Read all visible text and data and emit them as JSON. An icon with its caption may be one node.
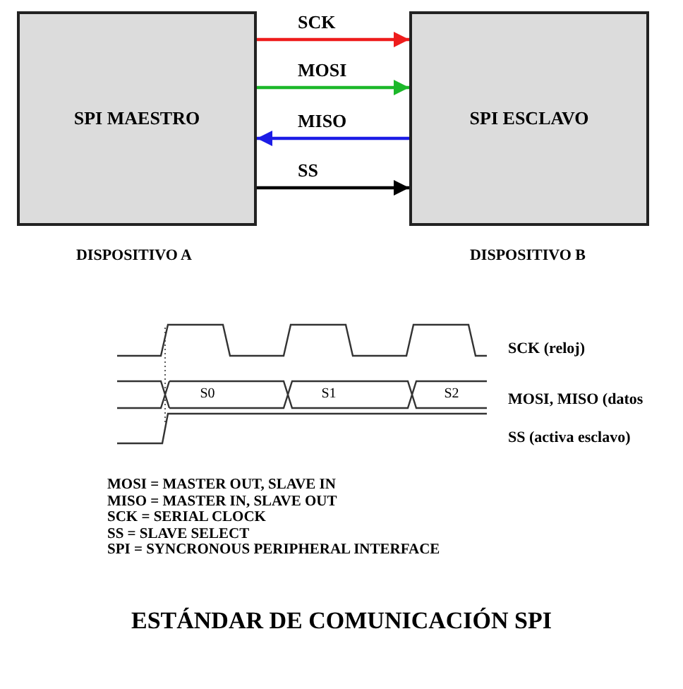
{
  "diagram": {
    "title": "ESTÁNDAR DE COMUNICACIÓN SPI",
    "nodes": [
      {
        "text": [
          "SPI MAESTRO"
        ],
        "beside": [
          "DISPOSITIVO A"
        ]
      },
      {
        "text": [
          "SPI ESCLAVO"
        ],
        "beside": [
          "DISPOSITIVO B"
        ]
      }
    ],
    "edges": [
      {
        "from": 0,
        "to": 1,
        "arrow": "to",
        "label": "SCK",
        "color": "#ee1c1c"
      },
      {
        "from": 0,
        "to": 1,
        "arrow": "to",
        "label": "MOSI",
        "color": "#1cb82a"
      },
      {
        "from": 1,
        "to": 0,
        "arrow": "to",
        "label": "MISO",
        "color": "#1c1ce6"
      },
      {
        "from": 0,
        "to": 1,
        "arrow": "to",
        "label": "SS",
        "color": "#000000"
      }
    ],
    "labels": [
      "S0",
      "S1",
      "S2",
      "SCK (reloj)",
      "MOSI, MISO (datos",
      "SS (activa esclavo)",
      "MOSI = MASTER OUT, SLAVE IN",
      "MISO = MASTER IN, SLAVE OUT",
      "SCK = SERIAL CLOCK",
      "SS = SLAVE SELECT",
      "SPI = SYNCRONOUS PERIPHERAL INTERFACE"
    ]
  }
}
